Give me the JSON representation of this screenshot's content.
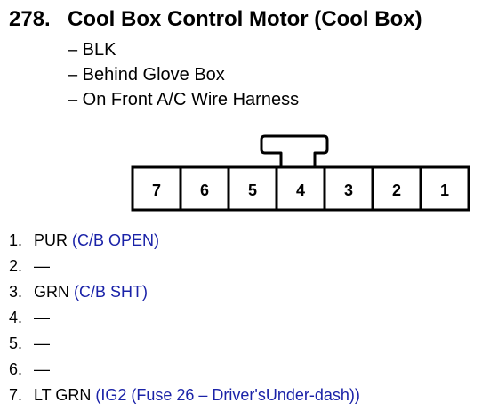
{
  "title": {
    "number": "278.",
    "text": "Cool Box Control Motor (Cool Box)"
  },
  "details": [
    "– BLK",
    "– Behind Glove Box",
    "– On Front A/C Wire Harness"
  ],
  "connector": {
    "terminals": [
      "7",
      "6",
      "5",
      "4",
      "3",
      "2",
      "1"
    ]
  },
  "pins": [
    {
      "num": "1.",
      "wire": "PUR",
      "circuit": "(C/B OPEN)"
    },
    {
      "num": "2.",
      "wire": "—",
      "circuit": ""
    },
    {
      "num": "3.",
      "wire": "GRN",
      "circuit": "(C/B SHT)"
    },
    {
      "num": "4.",
      "wire": "—",
      "circuit": ""
    },
    {
      "num": "5.",
      "wire": "—",
      "circuit": ""
    },
    {
      "num": "6.",
      "wire": "—",
      "circuit": ""
    },
    {
      "num": "7.",
      "wire": "LT GRN",
      "circuit": "(IG2 (Fuse 26 – Driver'sUnder-dash))"
    }
  ],
  "colors": {
    "circuit_text": "#1a22a8"
  }
}
